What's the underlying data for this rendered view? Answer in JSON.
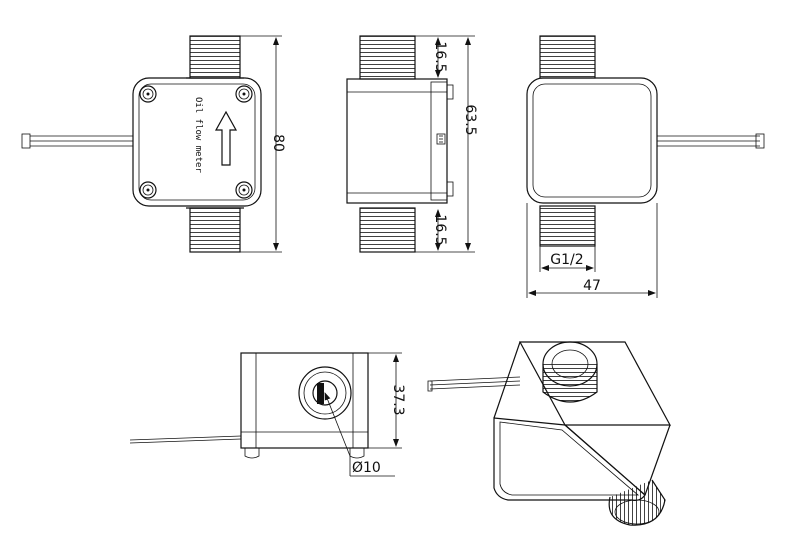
{
  "dimensions": {
    "length_total": "80",
    "height_body": "63.5",
    "thread_top": "16.5",
    "thread_bottom": "16.5",
    "thread_size": "G1/2",
    "width": "47",
    "depth": "37.3",
    "hole_diameter": "Ø10"
  },
  "labels": {
    "body_text": "Oil flow meter"
  },
  "colors": {
    "line": "#111111",
    "background": "#ffffff"
  }
}
